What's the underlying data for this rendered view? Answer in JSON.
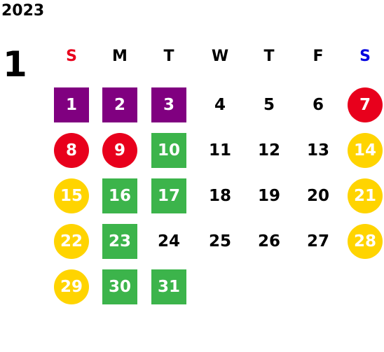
{
  "calendar": {
    "year": "2023",
    "month": "1",
    "weekdays": [
      {
        "label": "S",
        "color": "#e8001c"
      },
      {
        "label": "M",
        "color": "#000000"
      },
      {
        "label": "T",
        "color": "#000000"
      },
      {
        "label": "W",
        "color": "#000000"
      },
      {
        "label": "T",
        "color": "#000000"
      },
      {
        "label": "F",
        "color": "#000000"
      },
      {
        "label": "S",
        "color": "#0000e0"
      }
    ],
    "weeks": [
      [
        {
          "day": "1",
          "style": "square",
          "color": "#800080"
        },
        {
          "day": "2",
          "style": "square",
          "color": "#800080"
        },
        {
          "day": "3",
          "style": "square",
          "color": "#800080"
        },
        {
          "day": "4",
          "style": "none"
        },
        {
          "day": "5",
          "style": "none"
        },
        {
          "day": "6",
          "style": "none"
        },
        {
          "day": "7",
          "style": "circle",
          "color": "#e8001c"
        }
      ],
      [
        {
          "day": "8",
          "style": "circle",
          "color": "#e8001c"
        },
        {
          "day": "9",
          "style": "circle",
          "color": "#e8001c"
        },
        {
          "day": "10",
          "style": "square",
          "color": "#3cb44b"
        },
        {
          "day": "11",
          "style": "none"
        },
        {
          "day": "12",
          "style": "none"
        },
        {
          "day": "13",
          "style": "none"
        },
        {
          "day": "14",
          "style": "circle",
          "color": "#ffd400"
        }
      ],
      [
        {
          "day": "15",
          "style": "circle",
          "color": "#ffd400"
        },
        {
          "day": "16",
          "style": "square",
          "color": "#3cb44b"
        },
        {
          "day": "17",
          "style": "square",
          "color": "#3cb44b"
        },
        {
          "day": "18",
          "style": "none"
        },
        {
          "day": "19",
          "style": "none"
        },
        {
          "day": "20",
          "style": "none"
        },
        {
          "day": "21",
          "style": "circle",
          "color": "#ffd400"
        }
      ],
      [
        {
          "day": "22",
          "style": "circle",
          "color": "#ffd400"
        },
        {
          "day": "23",
          "style": "square",
          "color": "#3cb44b"
        },
        {
          "day": "24",
          "style": "none"
        },
        {
          "day": "25",
          "style": "none"
        },
        {
          "day": "26",
          "style": "none"
        },
        {
          "day": "27",
          "style": "none"
        },
        {
          "day": "28",
          "style": "circle",
          "color": "#ffd400"
        }
      ],
      [
        {
          "day": "29",
          "style": "circle",
          "color": "#ffd400"
        },
        {
          "day": "30",
          "style": "square",
          "color": "#3cb44b"
        },
        {
          "day": "31",
          "style": "square",
          "color": "#3cb44b"
        }
      ]
    ]
  }
}
